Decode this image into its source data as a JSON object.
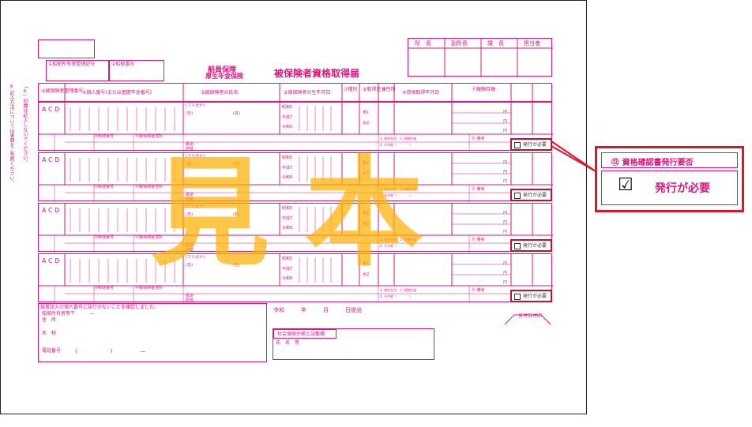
{
  "form": {
    "title": "被保険者資格取得届",
    "insurance_type_line1": "船員保険",
    "insurance_type_line2": "厚生年金保険",
    "approval_headers": [
      "所　長",
      "副所長",
      "課　長",
      "担当者"
    ],
    "office_code_label": "①船舶所有者整理記号",
    "office_number_label": "②船舶番号",
    "column_headers": {
      "insured_number": "③被保険者整理番号",
      "my_number": "④個人番号(または基礎年金番号)",
      "name": "⑤被保険者の氏名",
      "birthdate": "⑥被保険者の生年月日",
      "type": "⑦種別",
      "category": "⑧取得区分",
      "gender": "⑨性別",
      "acquisition_date": "⑩資格取得年月日",
      "remuneration": "⑪報酬月額",
      "cert": "⑫資格確認書発行要否"
    },
    "row_labels": {
      "acd": "A C D",
      "furigana": "(フリガナ)",
      "surname": "(氏)",
      "given_name": "(名)",
      "era_showa": "昭和5",
      "era_heisei": "平成7",
      "era_reiwa": "令和9",
      "male": "男1",
      "female": "女2",
      "postal": "⑬郵便番号",
      "address_label": "⑭被保険者住所",
      "reason_options_1": "1. 海外在住　3. 短期在留",
      "reason_options_2": "2. その他（　　　　）",
      "remarks": "⑮ 備考",
      "yen": "円",
      "issue_required": "発行が必要",
      "prefecture": "都道",
      "prefecture2": "府県"
    },
    "rows": [
      1,
      2,
      3,
      4
    ],
    "side_note_1": "※ 記入方法については裏面をご参照ください。",
    "side_note_2": "「※」印欄は記入しないでください。",
    "confirm_text": "届書記入の個人番号に誤りがないことを確認しました。",
    "owner_labels": [
      "船舶所有者等",
      "住　所",
      "名　称",
      "電話番号"
    ],
    "phone_placeholder": "(　　　　　　)　　　　　—",
    "postal_mark": "〒　　　—",
    "submit_date": "令和　　　年　　　月　　　日提出",
    "sharoushi_label": "社会保険労務士記載欄",
    "sharoushi_name": "氏　名　等",
    "receipt_stamp": "受付日付印",
    "watermark_chars": [
      "見",
      "本"
    ]
  },
  "callout": {
    "title": "⑫ 資格確認書発行要否",
    "checkbox_mark": "☑",
    "option_label": "発行が必要"
  },
  "colors": {
    "form_pink": "#e0157c",
    "callout_red": "#e1152a",
    "watermark_orange": "#ffb000"
  }
}
